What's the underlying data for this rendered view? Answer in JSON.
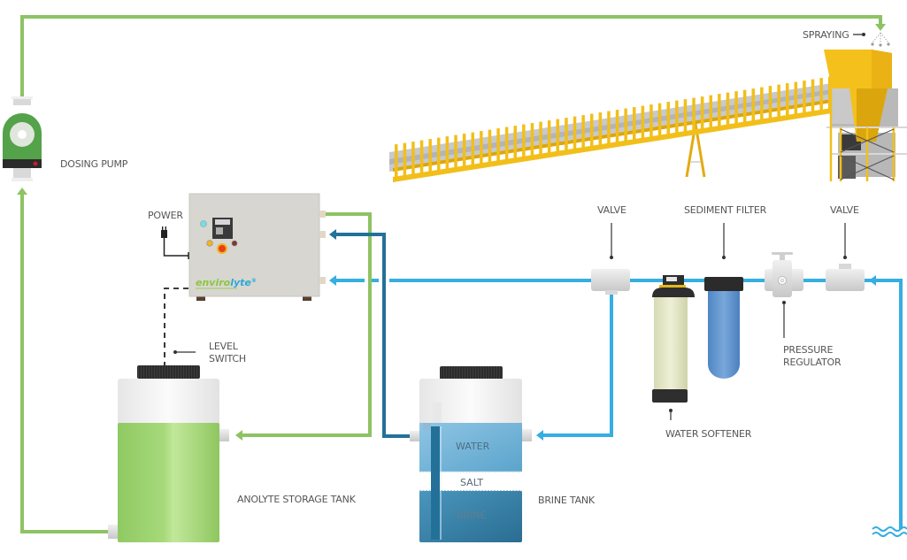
{
  "title": "Envirolyte system process diagram",
  "colors": {
    "anolyte_line": "#8dc363",
    "water_line": "#35aee2",
    "brine_line": "#237199",
    "conveyor_yellow": "#f2bf1a",
    "label_text": "#555555"
  },
  "labels": {
    "spraying": "SPRAYING",
    "dosing_pump": "DOSING PUMP",
    "power": "POWER",
    "level_switch_line1": "LEVEL",
    "level_switch_line2": "SWITCH",
    "anolyte_storage_tank": "ANOLYTE STORAGE TANK",
    "brine_tank": "BRINE TANK",
    "valve_left": "VALVE",
    "sediment_filter": "SEDIMENT FILTER",
    "valve_right": "VALVE",
    "pressure_regulator_line1": "PRESSURE",
    "pressure_regulator_line2": "REGULATOR",
    "water_softener": "WATER SOFTENER"
  },
  "brine_tank_layers": {
    "water": "WATER",
    "salt": "SALT",
    "brine": "BRINE"
  },
  "control_box": {
    "brand_prefix": "enviro",
    "brand_suffix": "lyte",
    "brand_mark": "®"
  }
}
